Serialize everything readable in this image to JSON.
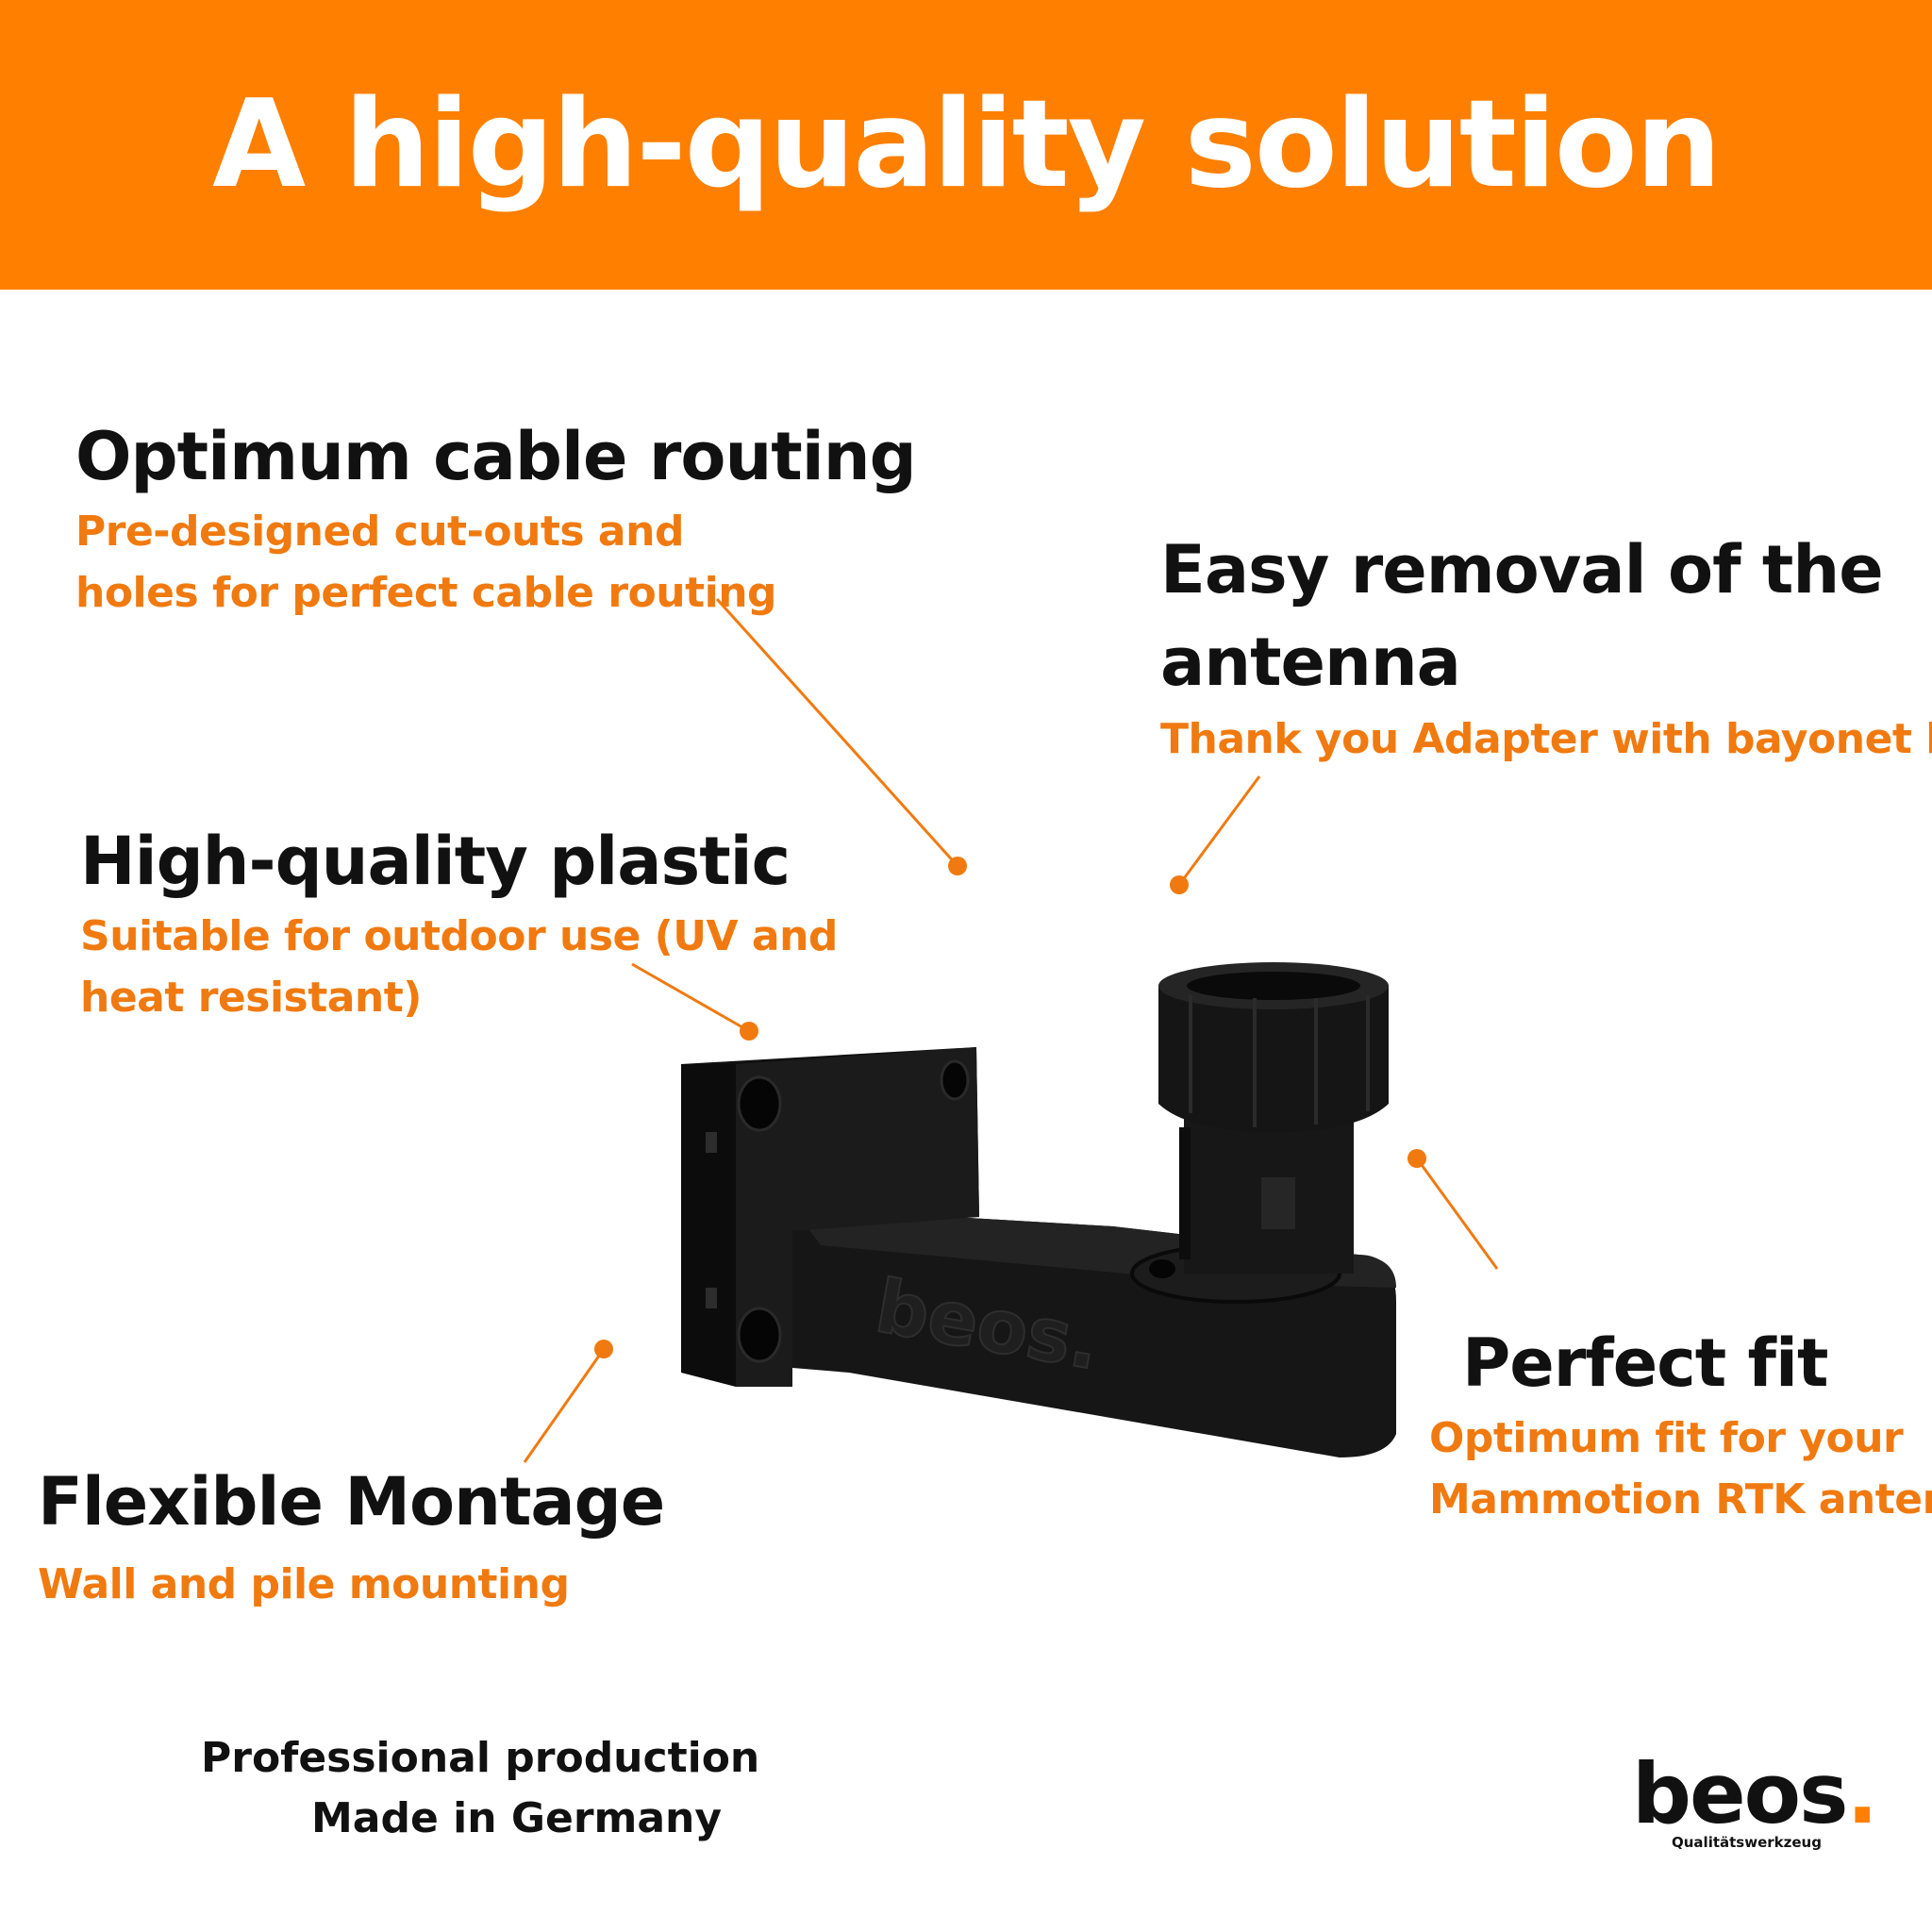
{
  "banner": {
    "title": "A high-quality solution"
  },
  "features": {
    "cable": {
      "title": "Optimum cable routing",
      "desc_line1": "Pre-designed cut-outs and",
      "desc_line2": "holes for perfect cable routing"
    },
    "removal": {
      "title_line1": "Easy removal of the",
      "title_line2": "antenna",
      "desc": "Thank you Adapter with bayonet lock"
    },
    "plastic": {
      "title": "High-quality plastic",
      "desc_line1": "Suitable for outdoor use (UV and",
      "desc_line2": "heat resistant)"
    },
    "fit": {
      "title": "Perfect fit",
      "desc_line1": "Optimum fit for your",
      "desc_line2": "Mammotion RTK antenna"
    },
    "mount": {
      "title": "Flexible Montage",
      "desc": "Wall and pile mounting"
    }
  },
  "footer": {
    "production_line1": "Professional production",
    "production_line2": "Made in Germany"
  },
  "logo": {
    "text": "beos",
    "dot": ".",
    "tagline": "Qualitätswerkzeug"
  },
  "product": {
    "embossed_text": "beos."
  },
  "colors": {
    "accent": "#ff7f00",
    "accent_text": "#f07a10",
    "heading": "#111111",
    "product": "#141414"
  }
}
